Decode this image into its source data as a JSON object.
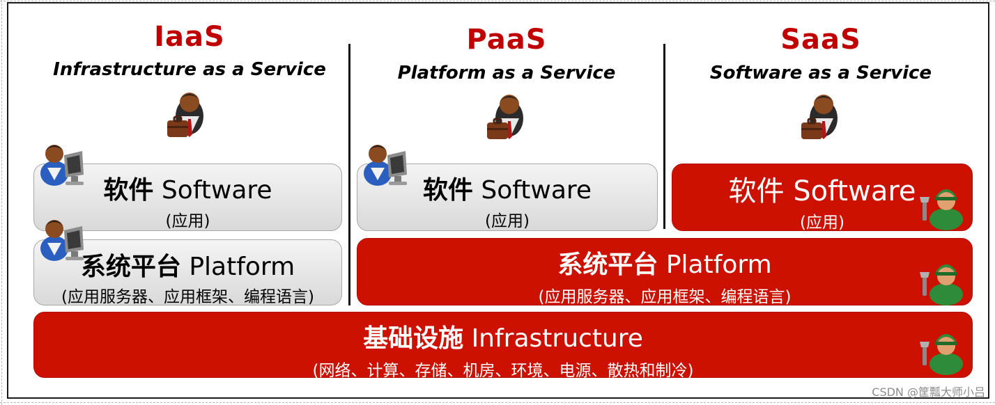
{
  "columns": [
    {
      "title": "IaaS",
      "subtitle": "Infrastructure as a Service"
    },
    {
      "title": "PaaS",
      "subtitle": "Platform as a Service"
    },
    {
      "title": "SaaS",
      "subtitle": "Software as a Service"
    }
  ],
  "software": {
    "cn": "软件",
    "en": "Software",
    "note_iaas": "(应用)",
    "note_paas": "(应用)",
    "note_saas": "(应用)"
  },
  "platform": {
    "cn": "系统平台",
    "en": "Platform",
    "note": "(应用服务器、应用框架、编程语言)"
  },
  "infrastructure": {
    "cn": "基础设施",
    "en": "Infrastructure",
    "note": "(网络、计算、存储、机房、环境、电源、散热和制冷)"
  },
  "colors": {
    "accent_red": "#cc1100",
    "title_red": "#c00000",
    "gray_box": "#e4e4e4"
  },
  "icons": {
    "customer": "businessman-with-briefcase-icon",
    "user": "user-at-computer-icon",
    "provider": "worker-with-wrench-icon"
  },
  "watermark": "CSDN @筐瓢大师小吕"
}
